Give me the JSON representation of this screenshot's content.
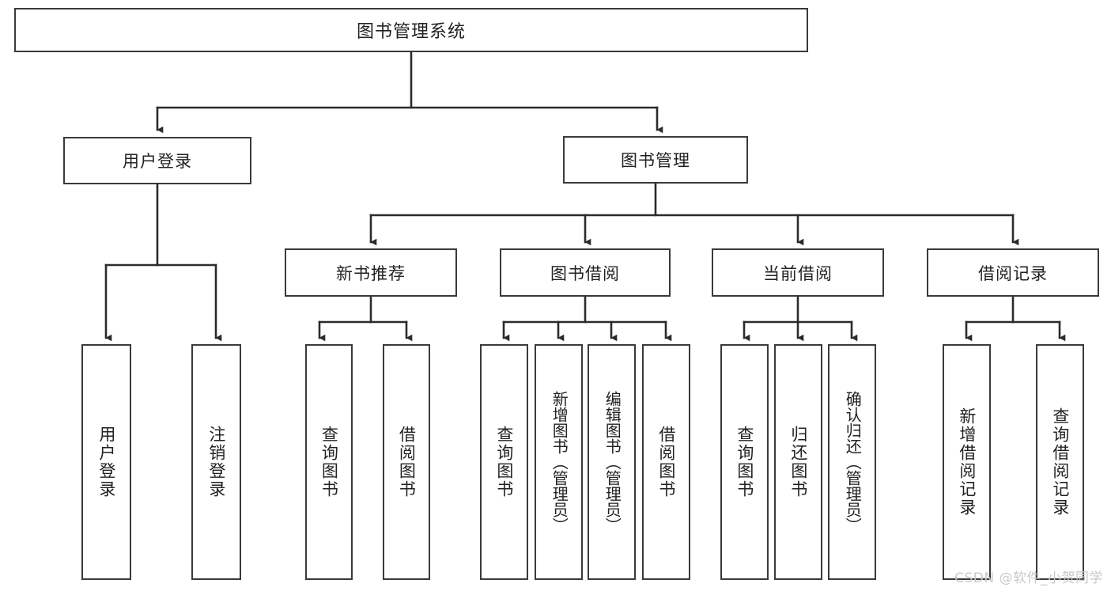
{
  "diagram": {
    "title": "图书管理系统",
    "watermark": "CSDN @软件_小贺同学",
    "colors": {
      "box_border": "#3a3a3a",
      "box_fill": "#ffffff",
      "connector": "#2b2b2b",
      "text": "#222222",
      "watermark": "#c9c9c9"
    },
    "root": {
      "label": "图书管理系统"
    },
    "level2": [
      {
        "label": "用户登录"
      },
      {
        "label": "图书管理"
      }
    ],
    "level3": [
      {
        "label": "新书推荐"
      },
      {
        "label": "图书借阅"
      },
      {
        "label": "当前借阅"
      },
      {
        "label": "借阅记录"
      }
    ],
    "leaves": {
      "user_login": [
        {
          "label": "用户登录"
        },
        {
          "label": "注销登录"
        }
      ],
      "new_book_recommend": [
        {
          "label": "查询图书"
        },
        {
          "label": "借阅图书"
        }
      ],
      "book_borrow": [
        {
          "label": "查询图书"
        },
        {
          "label": "新增图书（管理员）"
        },
        {
          "label": "编辑图书（管理员）"
        },
        {
          "label": "借阅图书"
        }
      ],
      "current_borrow": [
        {
          "label": "查询图书"
        },
        {
          "label": "归还图书"
        },
        {
          "label": "确认归还（管理员）"
        }
      ],
      "borrow_record": [
        {
          "label": "新增借阅记录"
        },
        {
          "label": "查询借阅记录"
        }
      ]
    }
  }
}
